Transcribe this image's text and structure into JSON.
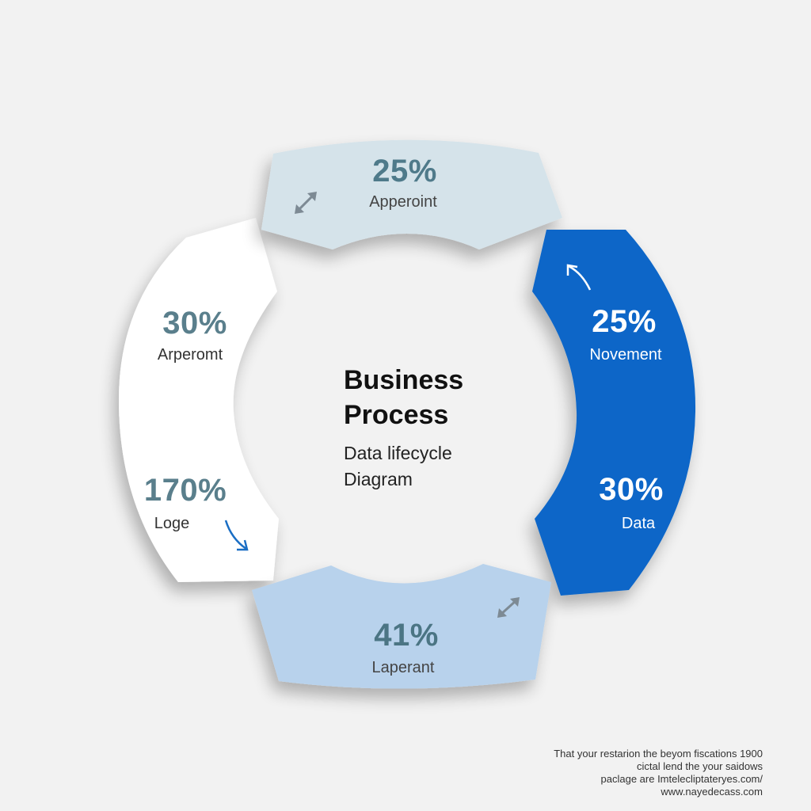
{
  "center": {
    "title_line1": "Business",
    "title_line2": "Process",
    "subtitle_line1": "Data lifecycle",
    "subtitle_line2": "Diagram"
  },
  "segments": [
    {
      "id": "top",
      "percent": "25%",
      "label": "Apperoint",
      "color": "#d5e3ea",
      "text_color": "#4f7a8a",
      "label_color": "#444444",
      "icon": "double-arrow-diagonal-icon"
    },
    {
      "id": "right",
      "percent": "25%",
      "label": "Novement",
      "color": "#0a66c8",
      "text_color": "#ffffff",
      "label_color": "#ffffff",
      "icon": "curved-arrow-up-left-icon"
    },
    {
      "id": "right-lower",
      "percent": "30%",
      "label": "Data",
      "color": "#0a66c8",
      "text_color": "#ffffff",
      "label_color": "#ffffff"
    },
    {
      "id": "left",
      "percent": "30%",
      "label": "Arperomt",
      "color": "#ffffff",
      "text_color": "#5a7f8c",
      "label_color": "#333333"
    },
    {
      "id": "left-lower",
      "percent": "170%",
      "label": "Loge",
      "color": "#ffffff",
      "text_color": "#5a7f8c",
      "label_color": "#333333",
      "icon": "curved-arrow-down-right-icon"
    },
    {
      "id": "bottom",
      "percent": "41%",
      "label": "Laperant",
      "color": "#b8d2ec",
      "text_color": "#4b7584",
      "label_color": "#444444",
      "icon": "double-arrow-diagonal-icon"
    }
  ],
  "footnote": {
    "line1": "That your restarion the beyom fiscations 1900",
    "line2": "cictal lend the your saidows",
    "line3": "paclage are Imtelecliptateryes.com/",
    "line4": "www.nayedecass.com"
  }
}
